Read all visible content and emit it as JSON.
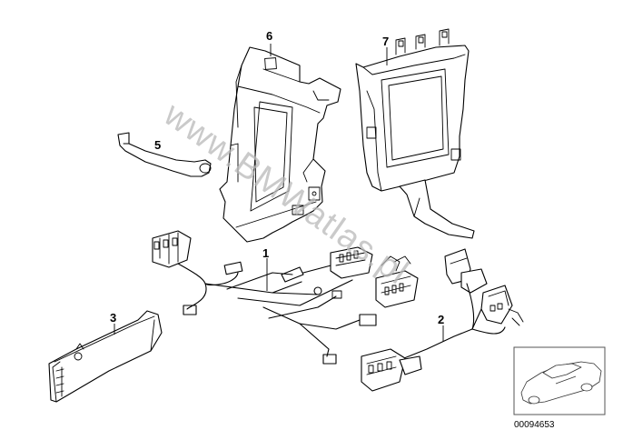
{
  "watermark": "www.BMWatlas.pl",
  "callouts": {
    "c1": "1",
    "c2": "2",
    "c3": "3",
    "c5": "5",
    "c6": "6",
    "c7": "7"
  },
  "diagram_code": "00094653"
}
